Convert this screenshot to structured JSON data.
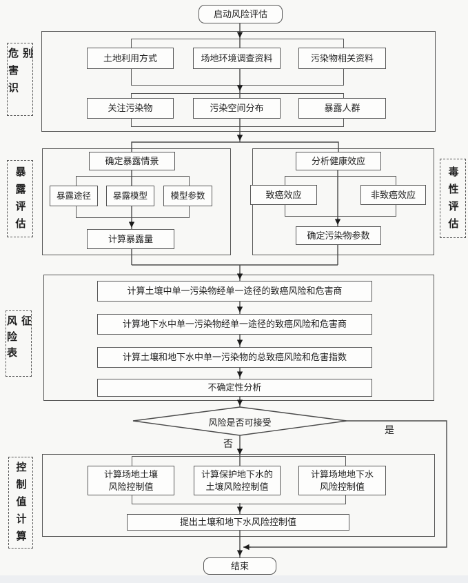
{
  "start": {
    "label": "启动风险评估"
  },
  "stage_labels": {
    "hazard": "危害识别",
    "exposure": "暴露评估",
    "toxicity": "毒性评估",
    "characterization": "风险表征",
    "control": "控制值计算"
  },
  "hazard": {
    "row1": {
      "box1": "土地利用方式",
      "box2": "场地环境调查资料",
      "box3": "污染物相关资料"
    },
    "row2": {
      "box1": "关注污染物",
      "box2": "污染空间分布",
      "box3": "暴露人群"
    }
  },
  "exposure": {
    "top": "确定暴露情景",
    "box1": "暴露途径",
    "box2": "暴露模型",
    "box3": "模型参数",
    "bottom": "计算暴露量"
  },
  "toxicity": {
    "top": "分析健康效应",
    "box1": "致癌效应",
    "box2": "非致癌效应",
    "bottom": "确定污染物参数"
  },
  "characterization": {
    "step1": "计算土壤中单一污染物经单一途径的致癌风险和危害商",
    "step2": "计算地下水中单一污染物经单一途径的致癌风险和危害商",
    "step3": "计算土壤和地下水中单一污染物的总致癌风险和危害指数",
    "step4": "不确定性分析"
  },
  "decision": {
    "label": "风险是否可接受",
    "no_label": "否",
    "yes_label": "是"
  },
  "control": {
    "box1": "计算场地土壤\n风险控制值",
    "box2": "计算保护地下水的\n土壤风险控制值",
    "box3": "计算场地地下水\n风险控制值",
    "bottom": "提出土壤和地下水风险控制值"
  },
  "end": {
    "label": "结束"
  },
  "palette": {
    "line_color": "#4a4a4a",
    "border_color": "#565656",
    "box_fill": "#fdfdfc",
    "page_bg": "#f8f8f6",
    "footer_bar": "#edeff2"
  }
}
